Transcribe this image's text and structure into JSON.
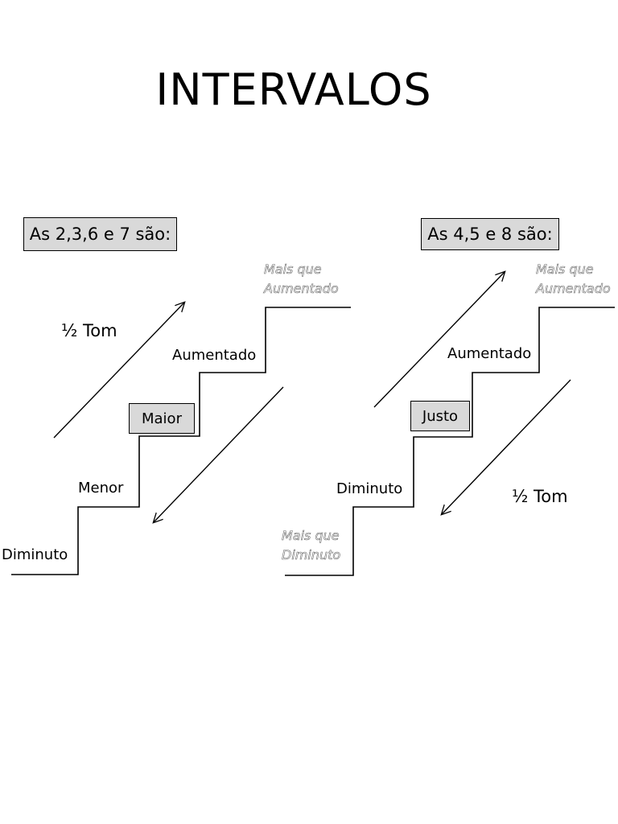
{
  "title": "INTERVALOS",
  "left": {
    "header": "As 2,3,6 e 7 são:",
    "tom": "½ Tom",
    "steps": {
      "diminuto": "Diminuto",
      "menor": "Menor",
      "maior": "Maior",
      "aumentado": "Aumentado"
    },
    "mais_que_aumentado": [
      "Mais que",
      "Aumentado"
    ]
  },
  "right": {
    "header": "As 4,5 e 8 são:",
    "tom": "½ Tom",
    "steps": {
      "diminuto": "Diminuto",
      "justo": "Justo",
      "aumentado": "Aumentado"
    },
    "mais_que_aumentado": [
      "Mais que",
      "Aumentado"
    ],
    "mais_que_diminuto": [
      "Mais que",
      "Diminuto"
    ]
  }
}
